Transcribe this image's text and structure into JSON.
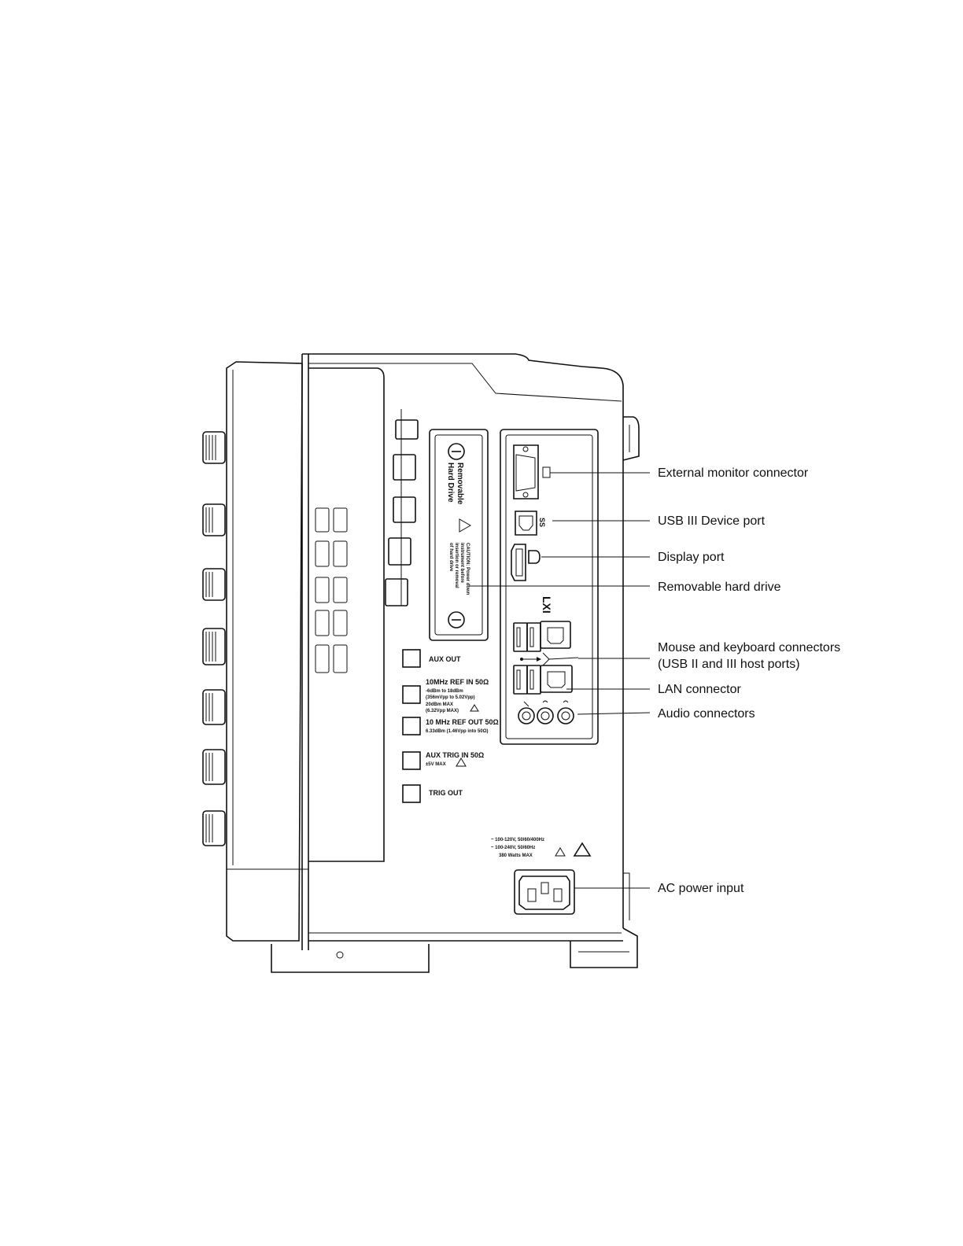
{
  "callouts": {
    "external_monitor": "External monitor connector",
    "usb3_device": "USB III Device port",
    "display_port": "Display port",
    "removable_drive": "Removable hard drive",
    "mouse_keyboard_line1": "Mouse and keyboard connectors",
    "mouse_keyboard_line2": "(USB II and III host ports)",
    "lan": "LAN connector",
    "audio": "Audio connectors",
    "ac_power": "AC power input"
  },
  "panel": {
    "removable_label_1": "Removable",
    "removable_label_2": "Hard Drive",
    "caution_1": "CAUTION: Power down",
    "caution_2": "instrument before",
    "caution_3": "insertion or removal",
    "caution_4": "of hard drive",
    "aux_out": "AUX OUT",
    "ref_in_title": "10MHz REF IN 50Ω",
    "ref_in_l1": "-6dBm to 18dBm",
    "ref_in_l2": "(356mVpp to 5.02Vpp)",
    "ref_in_l3": "20dBm MAX",
    "ref_in_l4": "(6.32Vpp MAX)",
    "ref_out_title": "10 MHz REF OUT 50Ω",
    "ref_out_l1": "6.33dBm (1.46Vpp into 50Ω)",
    "aux_trig_title": "AUX TRIG IN 50Ω",
    "aux_trig_l1": "±5V MAX",
    "trig_out": "TRIG OUT",
    "power_l1": "~ 100-120V, 50/60/400Hz",
    "power_l2": "~ 100-240V, 50/60Hz",
    "power_l3": "380 Watts MAX",
    "lxi": "LXI"
  }
}
